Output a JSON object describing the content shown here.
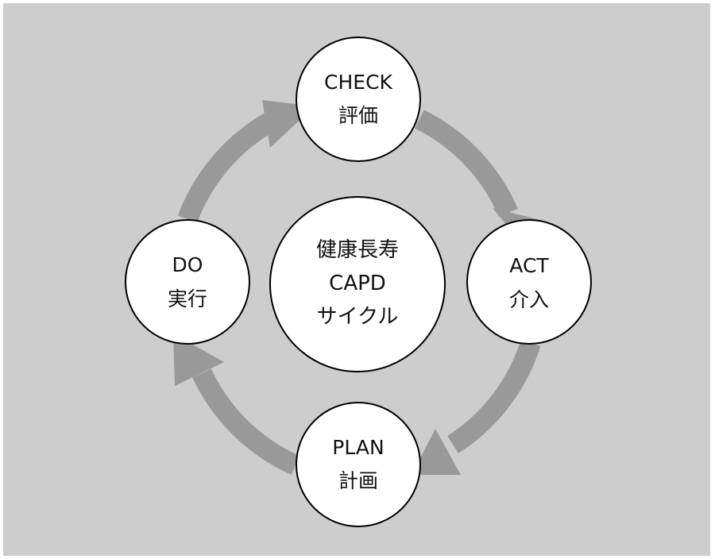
{
  "colors": {
    "background": "#cdcdcd",
    "arrow": "#999999",
    "node_fill": "#ffffff",
    "node_stroke": "#000000",
    "text": "#111111"
  },
  "center": {
    "line1": "健康長寿",
    "line2": "CAPD",
    "line3": "サイクル"
  },
  "nodes": {
    "check": {
      "label_en": "CHECK",
      "label_ja": "評価"
    },
    "act": {
      "label_en": "ACT",
      "label_ja": "介入"
    },
    "plan": {
      "label_en": "PLAN",
      "label_ja": "計画"
    },
    "do": {
      "label_en": "DO",
      "label_ja": "実行"
    }
  }
}
